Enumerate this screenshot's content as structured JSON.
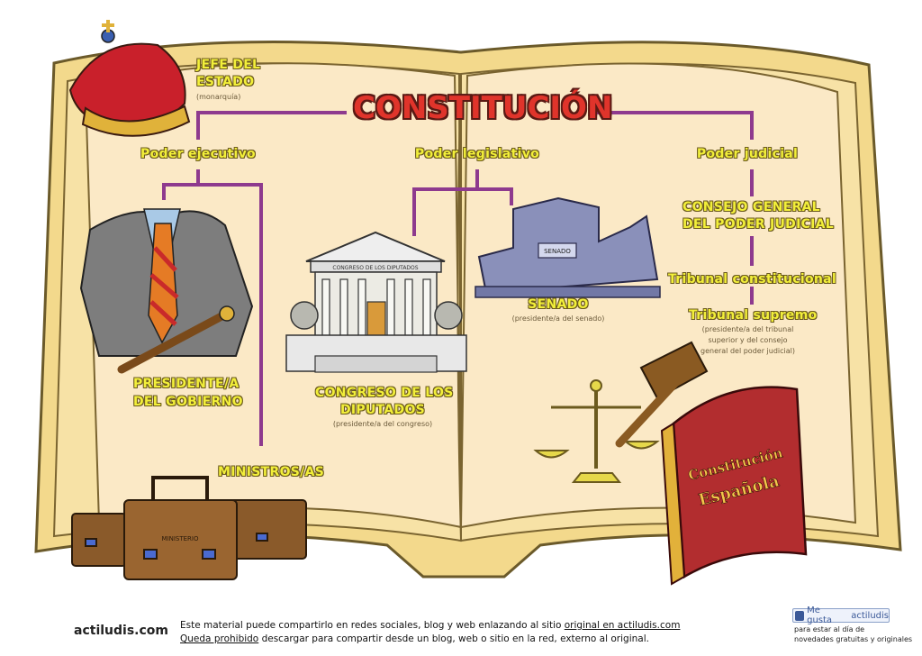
{
  "title": "CONSTITUCIÓN",
  "nodes": {
    "jefe_estado": {
      "line1": "JEFE DEL",
      "line2": "ESTADO",
      "sub": "(monarquía)"
    },
    "ejecutivo": "Poder ejecutivo",
    "legislativo": "Poder legislativo",
    "judicial": "Poder judicial",
    "presidente": {
      "line1": "PRESIDENTE/A",
      "line2": "DEL GOBIERNO"
    },
    "ministros": "MINISTROS/AS",
    "congreso": {
      "line1": "CONGRESO DE LOS",
      "line2": "DIPUTADOS",
      "sub": "(presidente/a del congreso)"
    },
    "senado": {
      "line1": "SENADO",
      "sub": "(presidente/a del senado)"
    },
    "consejo": {
      "line1": "CONSEJO GENERAL",
      "line2": "DEL PODER JUDICIAL"
    },
    "tribunal_constitucional": "Tribunal constitucional",
    "tribunal_supremo": {
      "line1": "Tribunal supremo",
      "sub1": "(presidente/a del tribunal",
      "sub2": "superior y del consejo",
      "sub3": "general del poder judicial)"
    }
  },
  "illustrations": {
    "congreso_sign": "CONGRESO DE LOS DIPUTADOS",
    "senado_sign": "SENADO",
    "case_label": "MINISTERIO",
    "book_line1": "Constitución",
    "book_line2": "Española"
  },
  "footer": {
    "brand": "actiludis.com",
    "line1_text": "Este material puede compartirlo en redes sociales, blog y web enlazando al sitio ",
    "line1_link": "original en actiludis.com",
    "line2_link": "Queda prohibido",
    "line2_text": " descargar para compartir desde un blog, web o sitio en la red, externo al original.",
    "like_label": "Me gusta",
    "like_brand": "actiludis",
    "like_note1": "para estar al día de",
    "like_note2": "novedades gratuitas y originales"
  },
  "colors": {
    "connector": "#8e3a8e",
    "label_fill": "#f2ef3a",
    "title_red": "#e0342b",
    "page": "#fbe9c6",
    "book_cover": "#f3d98c"
  }
}
